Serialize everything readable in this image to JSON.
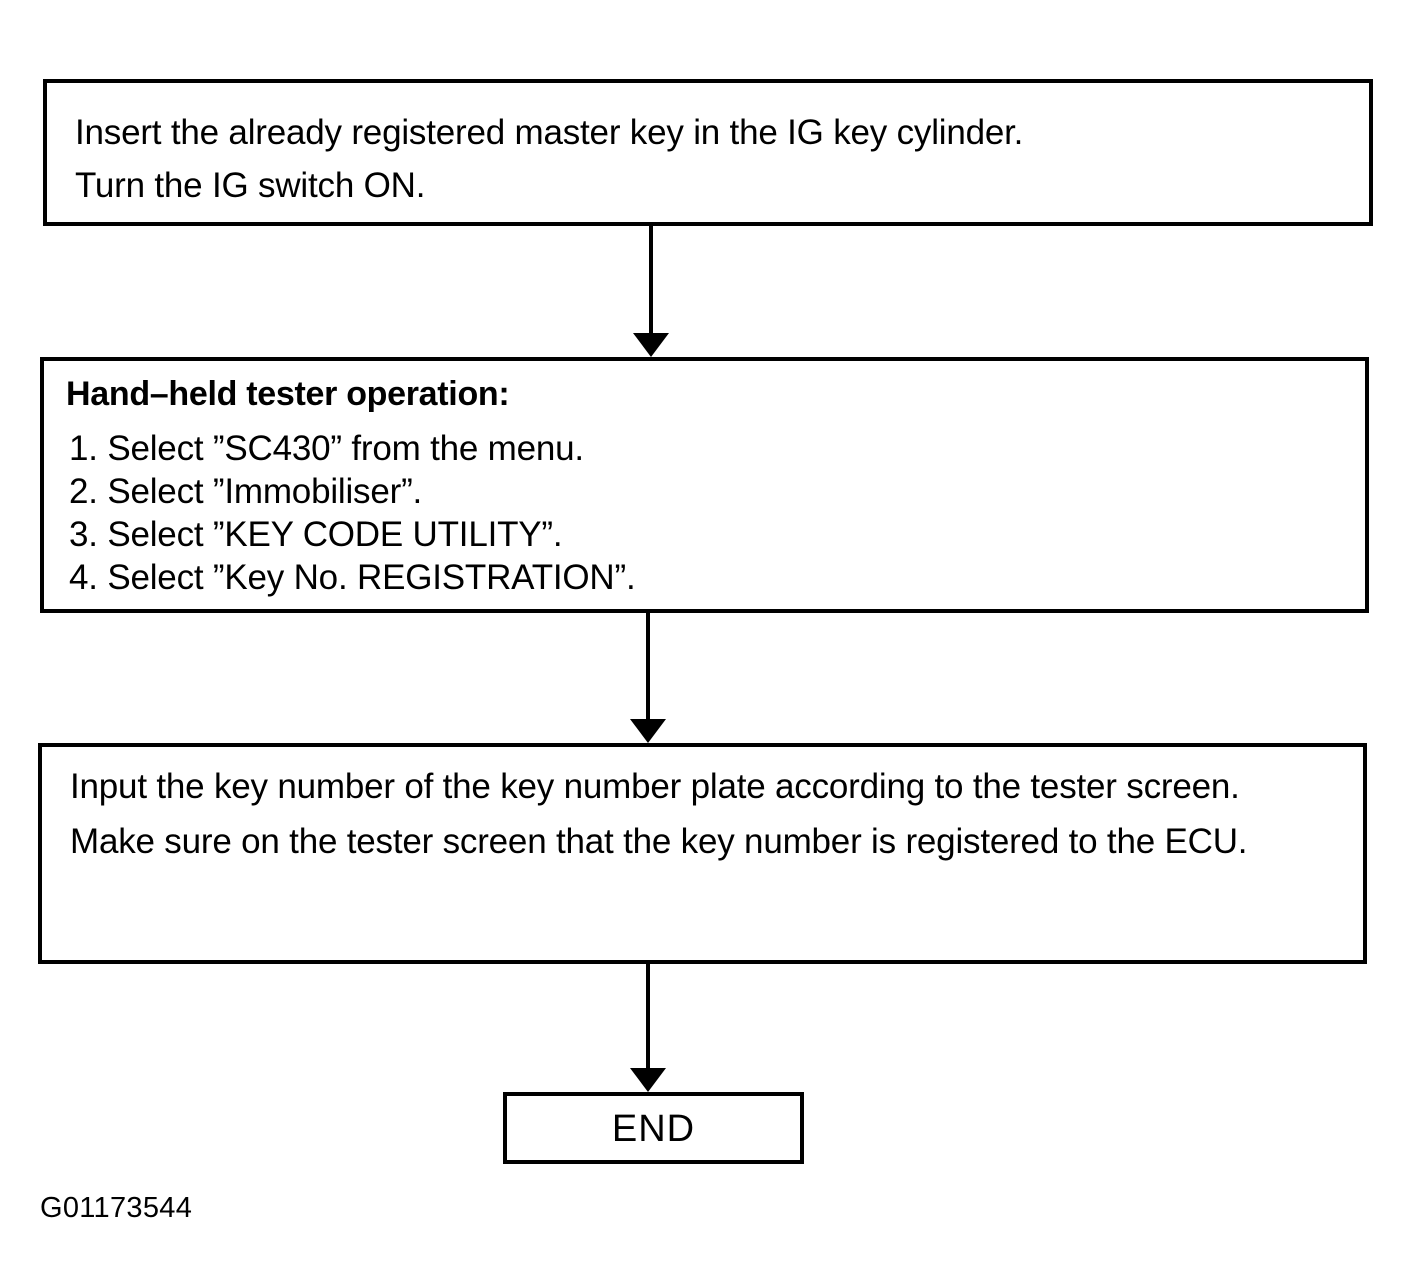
{
  "figure": {
    "id_label": "G01173544",
    "type": "flowchart",
    "ink_color": "#000000",
    "background_color": "#ffffff"
  },
  "nodes": {
    "start_step": {
      "name": "insert-key-step",
      "text": "Insert the already registered master key in the IG key cylinder.\nTurn the IG switch ON."
    },
    "tester_step": {
      "name": "hand-held-tester-operation",
      "heading": "Hand–held tester operation:",
      "steps": [
        "1. Select ”SC430” from the menu.",
        "2. Select ”Immobiliser”.",
        "3. Select ”KEY CODE UTILITY”.",
        "4. Select ”Key No. REGISTRATION”."
      ]
    },
    "input_step": {
      "name": "input-key-number-step",
      "text": "Input the key number of the key number plate according to the tester screen.\nMake sure on the tester screen that the key number is registered to the ECU."
    },
    "end_step": {
      "name": "end-terminator",
      "label": "END"
    }
  },
  "connectors": [
    {
      "name": "arrow-start-to-tester",
      "from": "start_step",
      "to": "tester_step",
      "direction": "down"
    },
    {
      "name": "arrow-tester-to-input",
      "from": "tester_step",
      "to": "input_step",
      "direction": "down"
    },
    {
      "name": "arrow-input-to-end",
      "from": "input_step",
      "to": "end_step",
      "direction": "down"
    }
  ]
}
